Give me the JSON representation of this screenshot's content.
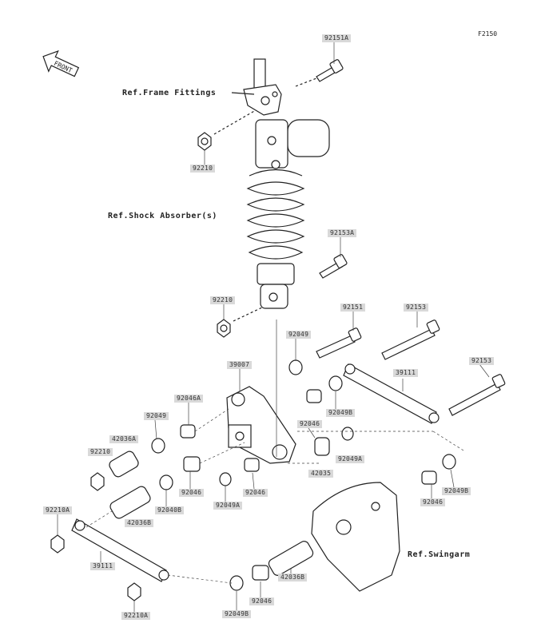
{
  "figure_id": "F2150",
  "front_label": "FRONT",
  "refs": {
    "frame": "Ref.Frame Fittings",
    "shock": "Ref.Shock Absorber(s)",
    "swingarm": "Ref.Swingarm"
  },
  "parts": [
    "92151A",
    "92210",
    "92153A",
    "92210",
    "92151",
    "92153",
    "92049",
    "39007",
    "39111",
    "92153",
    "92046A",
    "92049",
    "92049B",
    "92046",
    "42036A",
    "92210",
    "92049A",
    "42035",
    "92049B",
    "92046",
    "92049A",
    "92040B",
    "92046",
    "42036B",
    "92046",
    "92210A",
    "39111",
    "42036B",
    "92210A",
    "92046",
    "92049B"
  ]
}
